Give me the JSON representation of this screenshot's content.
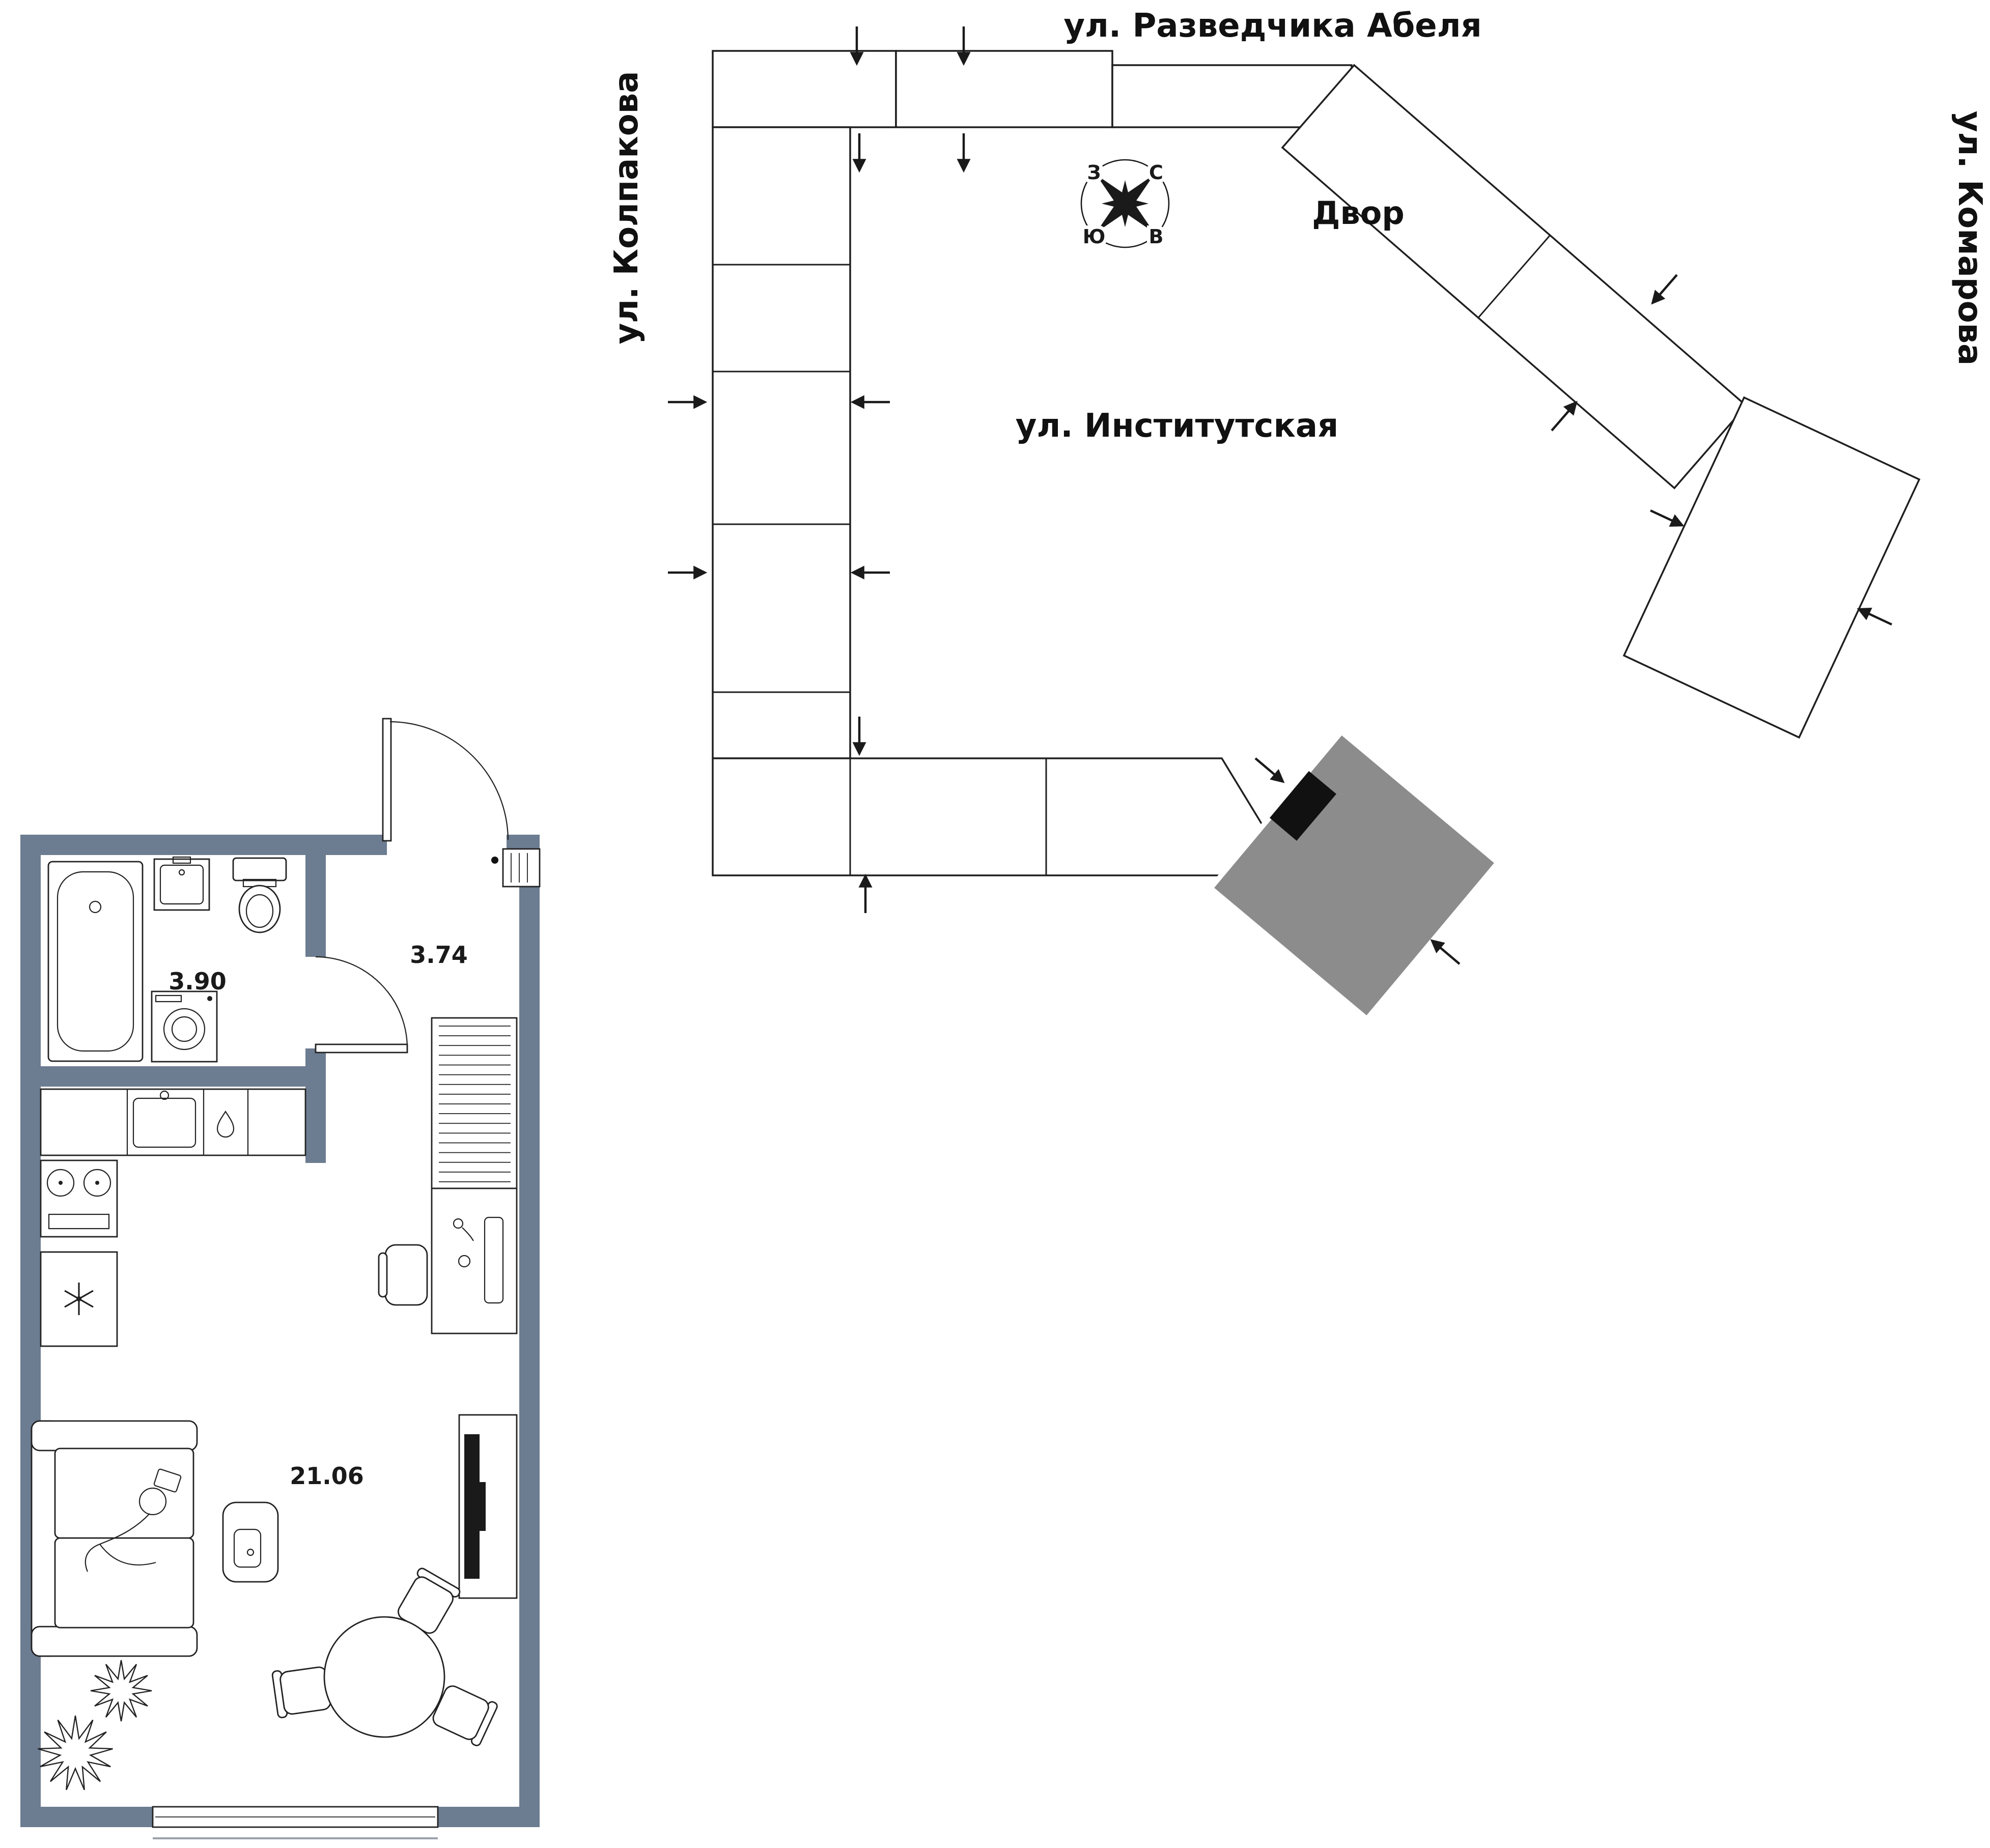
{
  "site_plan": {
    "streets": {
      "top": "ул. Разведчика Абеля",
      "left": "ул. Колпакова",
      "right": "ул. Комарова",
      "bottom": "ул. Институтская"
    },
    "courtyard": "Двор",
    "compass": {
      "n": "С",
      "e": "В",
      "s": "Ю",
      "w": "З"
    },
    "building_outline_color": "#1F1F1F",
    "highlighted_building_fill": "#8C8C8C",
    "entrance_marker_fill": "#111111",
    "icons": {
      "entrance_arrow": "→",
      "compass_rose": "✶"
    }
  },
  "floor_plan": {
    "wall_color": "#6C7C91",
    "labels": {
      "bathroom_area": "3.90",
      "hallway_area": "3.74",
      "living_area": "21.06"
    }
  }
}
